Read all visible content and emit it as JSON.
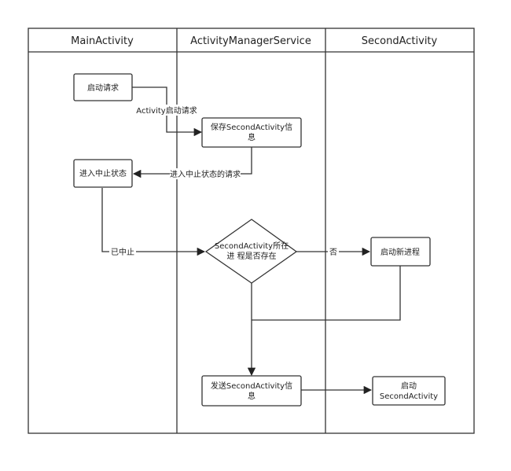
{
  "lanes": [
    {
      "id": "main",
      "title": "MainActivity"
    },
    {
      "id": "ams",
      "title": "ActivityManagerService"
    },
    {
      "id": "second",
      "title": "SecondActivity"
    }
  ],
  "nodes": {
    "start_request": {
      "lines": [
        "启动请求"
      ]
    },
    "save_info": {
      "lines": [
        "保存SecondActivity信",
        "息"
      ]
    },
    "enter_pause": {
      "lines": [
        "进入中止状态"
      ]
    },
    "process_exists": {
      "lines": [
        "SecondActivity所在",
        "进 程是否存在"
      ]
    },
    "start_process": {
      "lines": [
        "启动新进程"
      ]
    },
    "send_info": {
      "lines": [
        "发送SecondActivity信",
        "息"
      ]
    },
    "launch_second": {
      "lines": [
        "启动",
        "SecondActivity"
      ]
    }
  },
  "edges": {
    "activity_start_request": "Activity启动请求",
    "pause_request": "进入中止状态的请求",
    "paused": "已中止",
    "no": "否"
  }
}
